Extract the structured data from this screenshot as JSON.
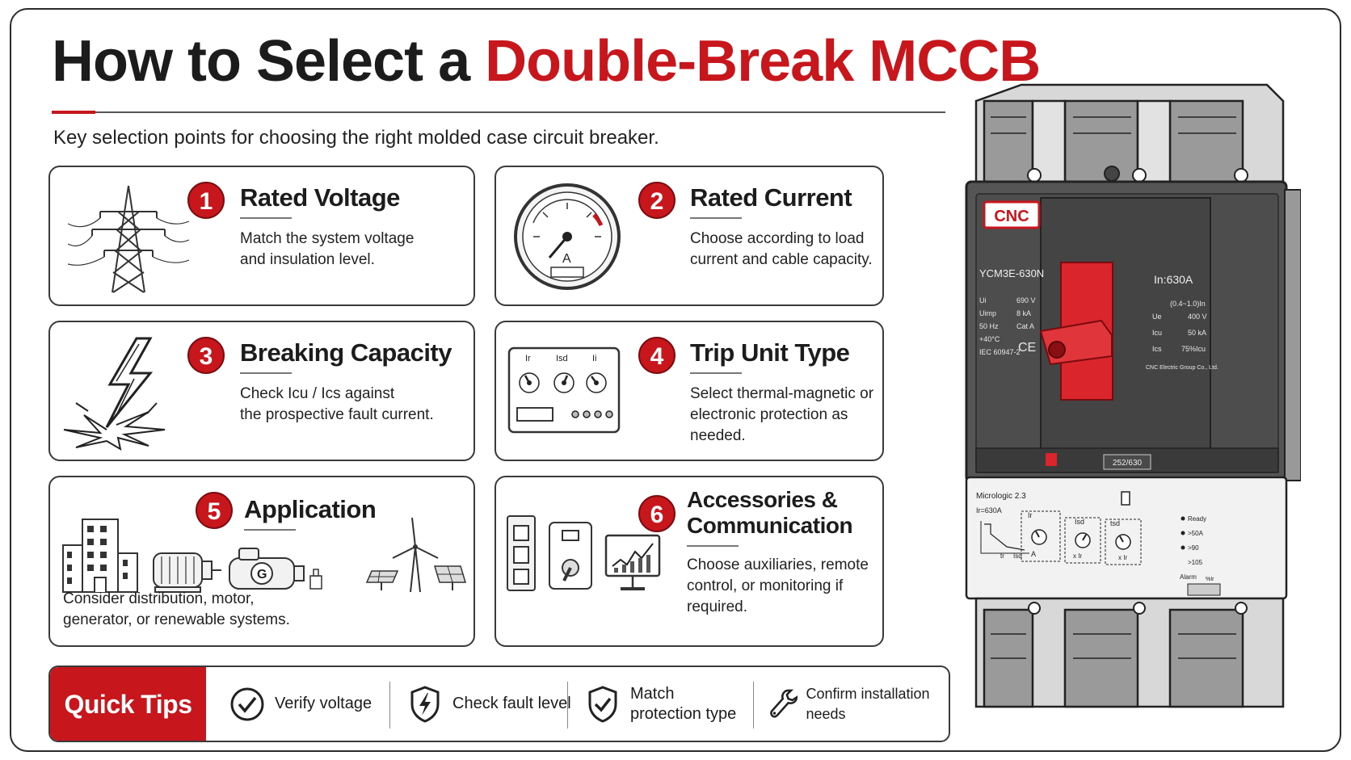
{
  "title": {
    "part1": "How to Select a",
    "part2": "Double-Break MCCB"
  },
  "subtitle": "Key selection points for choosing the right molded case circuit breaker.",
  "cards": [
    {
      "num": "1",
      "title": "Rated Voltage",
      "desc1": "Match the system voltage",
      "desc2": "and insulation level.",
      "icon": "transmission-tower-icon"
    },
    {
      "num": "2",
      "title": "Rated Current",
      "desc1": "Choose according to load",
      "desc2": "current and cable capacity.",
      "icon": "ammeter-gauge-icon",
      "gauge_label": "A"
    },
    {
      "num": "3",
      "title": "Breaking Capacity",
      "desc1": "Check Icu / Ics against",
      "desc2": "the prospective fault current.",
      "icon": "lightning-spark-icon"
    },
    {
      "num": "4",
      "title": "Trip Unit Type",
      "desc1": "Select thermal-magnetic or",
      "desc2": "electronic protection as needed.",
      "icon": "trip-unit-dials-icon",
      "dial_labels": [
        "Ir",
        "Isd",
        "Ii"
      ]
    },
    {
      "num": "5",
      "title": "Application",
      "desc1": "Consider distribution, motor,",
      "desc2": "generator, or renewable systems.",
      "icon": "applications-icon",
      "gen_label": "G"
    },
    {
      "num": "6",
      "title1": "Accessories &",
      "title2": "Communication",
      "desc1": "Choose auxiliaries, remote",
      "desc2": "control, or monitoring if required.",
      "icon": "accessories-icon"
    }
  ],
  "quick_tips": {
    "label": "Quick Tips",
    "items": [
      {
        "icon": "check-circle-icon",
        "text": "Verify voltage"
      },
      {
        "icon": "shield-bolt-icon",
        "text": "Check fault level"
      },
      {
        "icon": "shield-check-icon",
        "text1": "Match",
        "text2": "protection type"
      },
      {
        "icon": "wrench-icon",
        "text": "Confirm installation needs"
      }
    ]
  },
  "breaker": {
    "brand": "CNC",
    "model": "YCM3E-630N",
    "rating": "In:630A",
    "left_specs": [
      [
        "Ui",
        "690 V"
      ],
      [
        "Uimp",
        "8 kA"
      ],
      [
        "50 Hz",
        "Cat A"
      ],
      [
        "+40°C",
        ""
      ],
      [
        "IEC 60947-2",
        ""
      ]
    ],
    "ce_mark": "CE",
    "right_range": "(0.4~1.0)In",
    "right_specs": [
      [
        "Ue",
        "400 V"
      ],
      [
        "Icu",
        "50 kA"
      ],
      [
        "Ics",
        "75%Icu"
      ]
    ],
    "maker": "CNC Electric Group Co., Ltd.",
    "frame_label": "252/630",
    "trip_unit": {
      "name": "Micrologic 2.3",
      "ir_value": "Ir=630A",
      "curve_labels": [
        "tr",
        "Isd"
      ],
      "dial1": {
        "name": "Ir",
        "unit": "A"
      },
      "dial2": {
        "name": "Isd",
        "unit": "x Ir"
      },
      "dial3": {
        "name": "tsd",
        "unit": "x Ir"
      },
      "leds": [
        "Ready",
        ">50A",
        ">90",
        ">105"
      ],
      "alarm": "Alarm",
      "alarm_unit": "%Ir"
    }
  },
  "colors": {
    "accent": "#c8161d",
    "text": "#1c1c1c",
    "breaker_body": "#555555",
    "handle": "#d9252b"
  }
}
